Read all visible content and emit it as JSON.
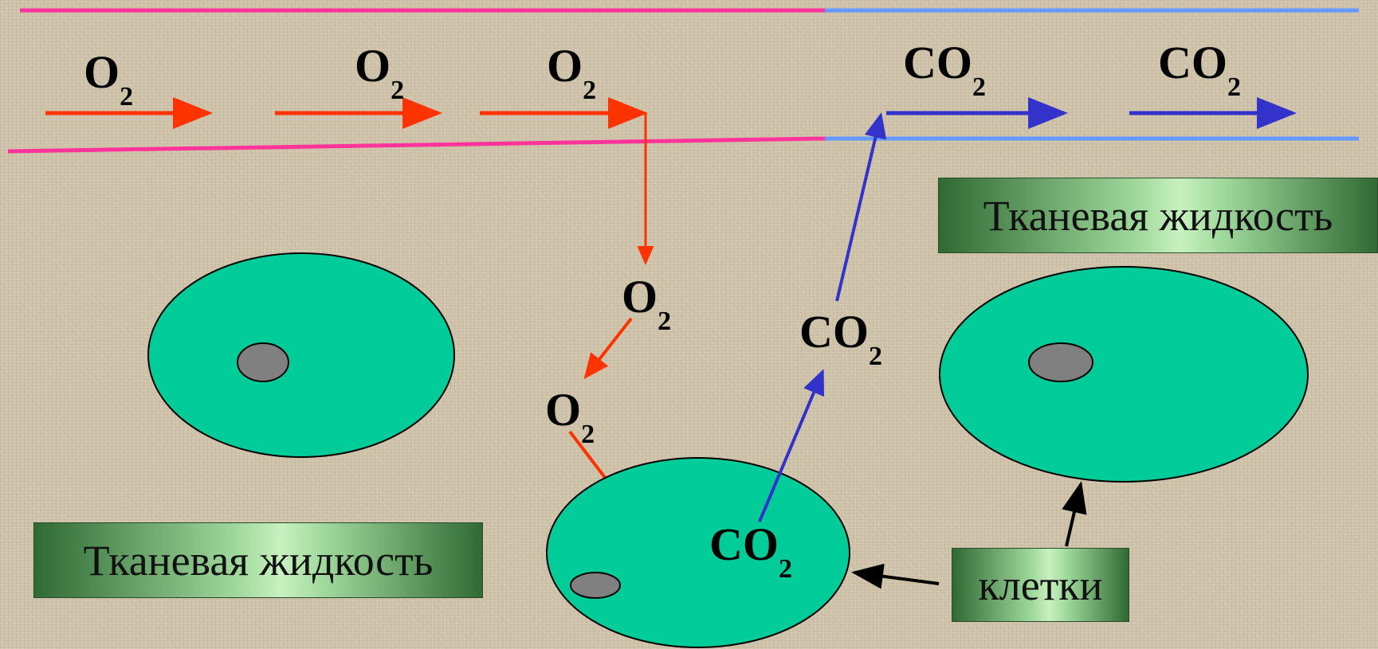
{
  "colors": {
    "o2_arrow": "#ff3300",
    "co2_arrow": "#3333cc",
    "artery_line": "#ff3399",
    "vein_line": "#6699ff",
    "cell_fill": "#00cc99",
    "nucleus_fill": "#808080",
    "pointer_arrow": "#000000"
  },
  "vessel_labels": {
    "o2_1": {
      "main": "O",
      "sub": "2"
    },
    "o2_2": {
      "main": "O",
      "sub": "2"
    },
    "o2_3": {
      "main": "O",
      "sub": "2"
    },
    "co2_1": {
      "main": "CO",
      "sub": "2"
    },
    "co2_2": {
      "main": "CO",
      "sub": "2"
    }
  },
  "tissue_labels": {
    "o2_a": {
      "main": "O",
      "sub": "2"
    },
    "o2_b": {
      "main": "O",
      "sub": "2"
    },
    "co2_mid": {
      "main": "CO",
      "sub": "2"
    },
    "co2_cell": {
      "main": "CO",
      "sub": "2"
    }
  },
  "boxes": {
    "tissue_fluid_right": "Тканевая жидкость",
    "tissue_fluid_left": "Тканевая жидкость",
    "cells": "клетки"
  }
}
